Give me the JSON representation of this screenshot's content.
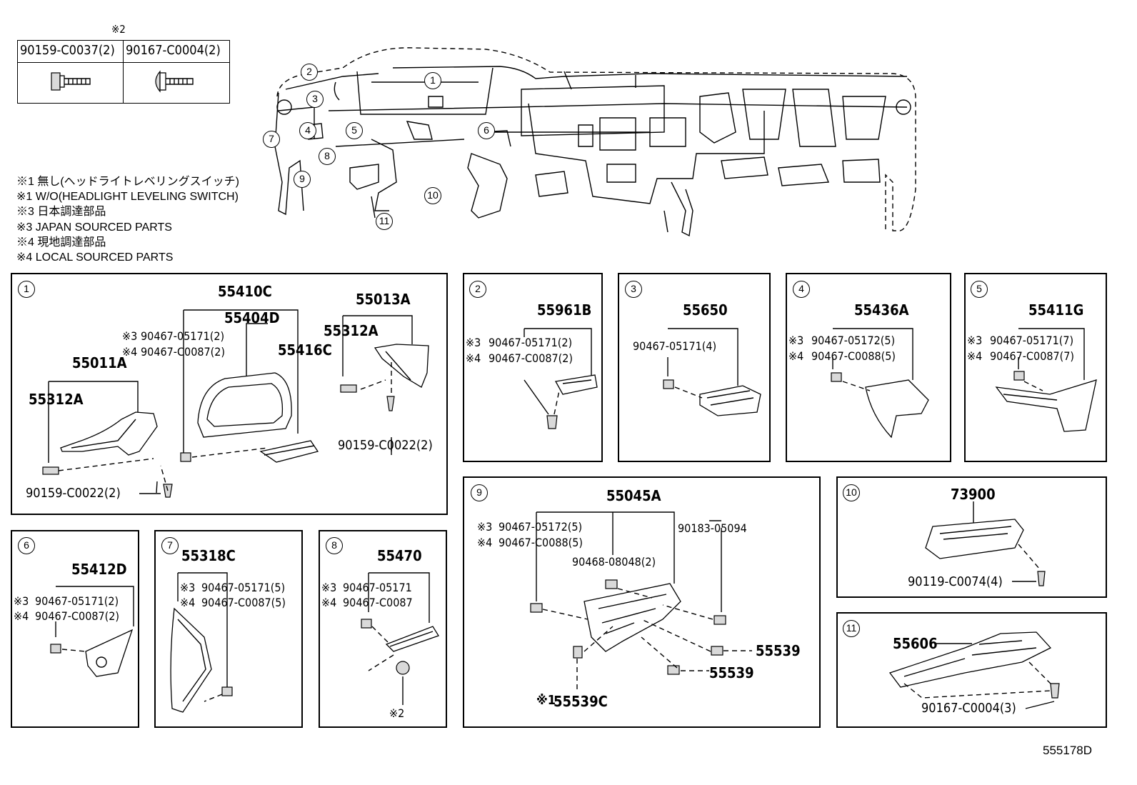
{
  "top_table": {
    "note": "※2",
    "col1": "90159-C0037(2)",
    "col2": "90167-C0004(2)"
  },
  "notes": [
    "※1 無し(ヘッドライトレベリングスイッチ)",
    "※1 W/O(HEADLIGHT LEVELING SWITCH)",
    "※3 日本調達部品",
    "※3 JAPAN SOURCED PARTS",
    "※4 現地調達部品",
    "※4 LOCAL SOURCED PARTS"
  ],
  "overview_callouts": [
    "1",
    "2",
    "3",
    "4",
    "5",
    "6",
    "7",
    "8",
    "9",
    "10",
    "11"
  ],
  "panel1": {
    "num": "1",
    "p55410C": "55410C",
    "p55404D": "55404D",
    "p55013A": "55013A",
    "p55312A_r": "55312A",
    "s90467_05171": "90467-05171(2)",
    "s90467_C0087": "90467-C0087(2)",
    "p55416C": "55416C",
    "p55011A": "55011A",
    "p55312A_l": "55312A",
    "s90159_r": "90159-C0022(2)",
    "s90159_l": "90159-C0022(2)",
    "m3": "※3",
    "m4": "※4"
  },
  "panel2": {
    "num": "2",
    "part": "55961B",
    "m3": "※3",
    "m4": "※4",
    "s1": "90467-05171(2)",
    "s2": "90467-C0087(2)"
  },
  "panel3": {
    "num": "3",
    "part": "55650",
    "s1": "90467-05171(4)"
  },
  "panel4": {
    "num": "4",
    "part": "55436A",
    "m3": "※3",
    "m4": "※4",
    "s1": "90467-05172(5)",
    "s2": "90467-C0088(5)"
  },
  "panel5": {
    "num": "5",
    "part": "55411G",
    "m3": "※3",
    "m4": "※4",
    "s1": "90467-05171(7)",
    "s2": "90467-C0087(7)"
  },
  "panel6": {
    "num": "6",
    "part": "55412D",
    "m3": "※3",
    "m4": "※4",
    "s1": "90467-05171(2)",
    "s2": "90467-C0087(2)"
  },
  "panel7": {
    "num": "7",
    "part": "55318C",
    "m3": "※3",
    "m4": "※4",
    "s1": "90467-05171(5)",
    "s2": "90467-C0087(5)"
  },
  "panel8": {
    "num": "8",
    "part": "55470",
    "m3": "※3",
    "m4": "※4",
    "s1": "90467-05171",
    "s2": "90467-C0087",
    "m2": "※2"
  },
  "panel9": {
    "num": "9",
    "part": "55045A",
    "m3": "※3",
    "m4": "※4",
    "s1": "90467-05172(5)",
    "s2": "90467-C0088(5)",
    "s3": "90183-05094",
    "s4": "90468-08048(2)",
    "p55539a": "55539",
    "p55539b": "55539",
    "m1": "※1",
    "p55539C": "55539C"
  },
  "panel10": {
    "num": "10",
    "part": "73900",
    "s1": "90119-C0074(4)"
  },
  "panel11": {
    "num": "11",
    "part": "55606",
    "s1": "90167-C0004(3)"
  },
  "figure_id": "555178D"
}
